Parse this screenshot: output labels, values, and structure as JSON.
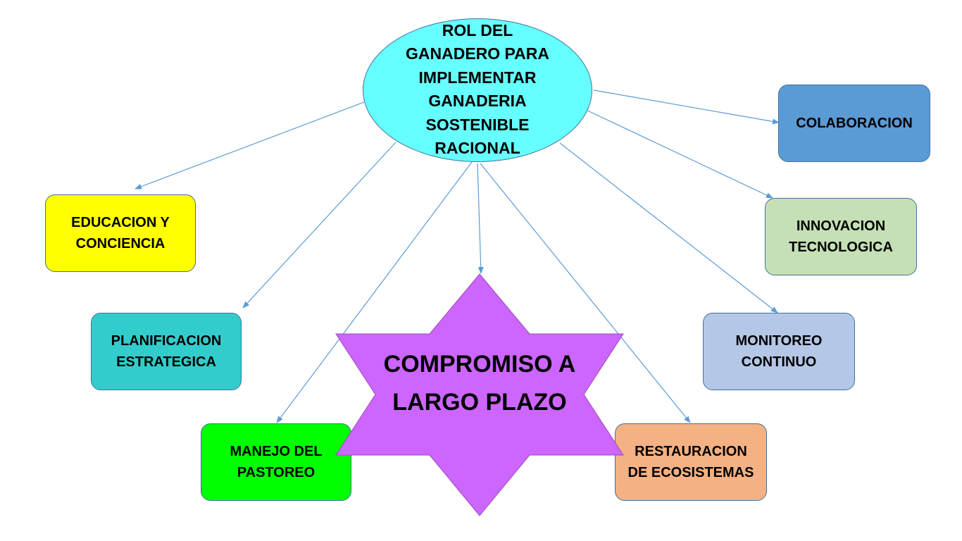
{
  "center": {
    "title": "ROL DEL GANADERO PARA IMPLEMENTAR GANADERIA SOSTENIBLE RACIONAL",
    "color": "#66ffff"
  },
  "star": {
    "label": "COMPROMISO A LARGO PLAZO",
    "color": "#cc66ff"
  },
  "nodes": [
    {
      "id": "educacion",
      "label": "EDUCACION Y CONCIENCIA",
      "color": "#ffff00"
    },
    {
      "id": "planificacion",
      "label": "PLANIFICACION ESTRATEGICA",
      "color": "#33cccc"
    },
    {
      "id": "manejo",
      "label": "MANEJO DEL PASTOREO",
      "color": "#00ff00"
    },
    {
      "id": "colaboracion",
      "label": "COLABORACION",
      "color": "#5b9bd5"
    },
    {
      "id": "innovacion",
      "label": "INNOVACION TECNOLOGICA",
      "color": "#c5e0b4"
    },
    {
      "id": "monitoreo",
      "label": "MONITOREO CONTINUO",
      "color": "#b4c7e7"
    },
    {
      "id": "restauracion",
      "label": "RESTAURACION DE ECOSISTEMAS",
      "color": "#f4b183"
    }
  ],
  "connector_color": "#5b9bd5"
}
